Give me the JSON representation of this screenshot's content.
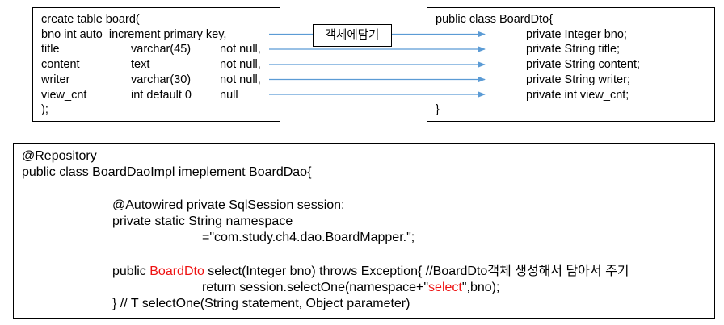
{
  "sql_box": {
    "line1": "create table board(",
    "line2": "bno int auto_increment primary key,",
    "rows": [
      {
        "name": "title",
        "type": "varchar(45)",
        "constraint": "not null,"
      },
      {
        "name": "content",
        "type": "text",
        "constraint": "not null,"
      },
      {
        "name": "writer",
        "type": "varchar(30)",
        "constraint": "not null,"
      },
      {
        "name": "view_cnt",
        "type": "int default 0",
        "constraint": "null"
      }
    ],
    "close": ");"
  },
  "arrow_label": "객체에담기",
  "dto_box": {
    "line1": "public class BoardDto{",
    "fields": [
      "private Integer bno;",
      "private String title;",
      "private String content;",
      "private String writer;",
      "private int view_cnt;"
    ],
    "close": "}"
  },
  "code_box": {
    "annotation": "@Repository",
    "class_decl": "public class BoardDaoImpl imeplement BoardDao{",
    "autowired": "@Autowired private SqlSession session;",
    "ns_decl": "private static String namespace",
    "ns_value": "=\"com.study.ch4.dao.BoardMapper.\";",
    "method_prefix": "public ",
    "method_return_type": "BoardDto",
    "method_suffix": " select(Integer bno) throws Exception{ //BoardDto객체 생성해서 담아서 주기",
    "return_prefix": "return session.selectOne(namespace+\"",
    "return_highlight": "select",
    "return_suffix": "\",bno);",
    "close_line": "} // T selectOne(String statement, Object parameter)"
  },
  "colors": {
    "arrow": "#5b9bd5",
    "highlight": "#ee1111"
  }
}
